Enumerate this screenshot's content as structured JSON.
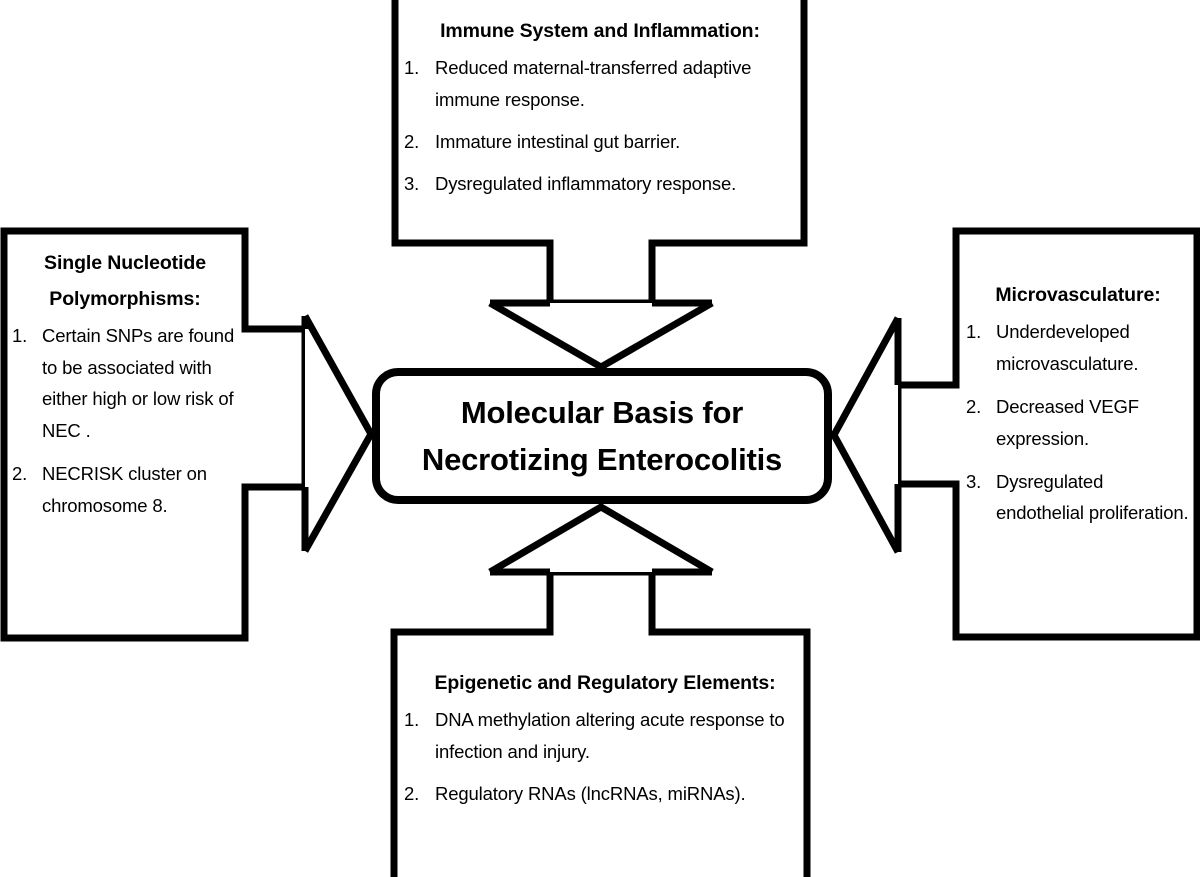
{
  "diagram": {
    "center": {
      "line1": "Molecular Basis for",
      "line2": "Necrotizing Enterocolitis"
    },
    "boxes": {
      "top": {
        "title": "Immune System and Inflammation:",
        "items": [
          {
            "num": "1.",
            "text": "Reduced maternal-transferred adaptive immune response."
          },
          {
            "num": "2.",
            "text": "Immature intestinal gut barrier."
          },
          {
            "num": "3.",
            "text": "Dysregulated inflammatory response."
          }
        ]
      },
      "left": {
        "title_line1": "Single Nucleotide",
        "title_line2": "Polymorphisms:",
        "items": [
          {
            "num": "1.",
            "text": "Certain SNPs are found to be associated with either high or low risk of NEC ."
          },
          {
            "num": "2.",
            "text": "NECRISK cluster on chromosome 8."
          }
        ]
      },
      "right": {
        "title": "Microvasculature:",
        "items": [
          {
            "num": "1.",
            "text": "Underdeveloped microvasculature."
          },
          {
            "num": "2.",
            "text": "Decreased VEGF expression."
          },
          {
            "num": "3.",
            "text": "Dysregulated endothelial proliferation."
          }
        ]
      },
      "bottom": {
        "title": "Epigenetic and Regulatory Elements:",
        "items": [
          {
            "num": "1.",
            "text": "DNA methylation altering acute response to infection and injury."
          },
          {
            "num": "2.",
            "text": "Regulatory RNAs (lncRNAs, miRNAs)."
          }
        ]
      }
    },
    "arrows": [
      {
        "name": "arrow-top-to-center",
        "direction": "down"
      },
      {
        "name": "arrow-left-to-center",
        "direction": "right"
      },
      {
        "name": "arrow-right-to-center",
        "direction": "left"
      },
      {
        "name": "arrow-bottom-to-center",
        "direction": "up"
      }
    ],
    "colors": {
      "stroke": "#000000",
      "fill": "#ffffff",
      "background": "#ffffff"
    }
  }
}
